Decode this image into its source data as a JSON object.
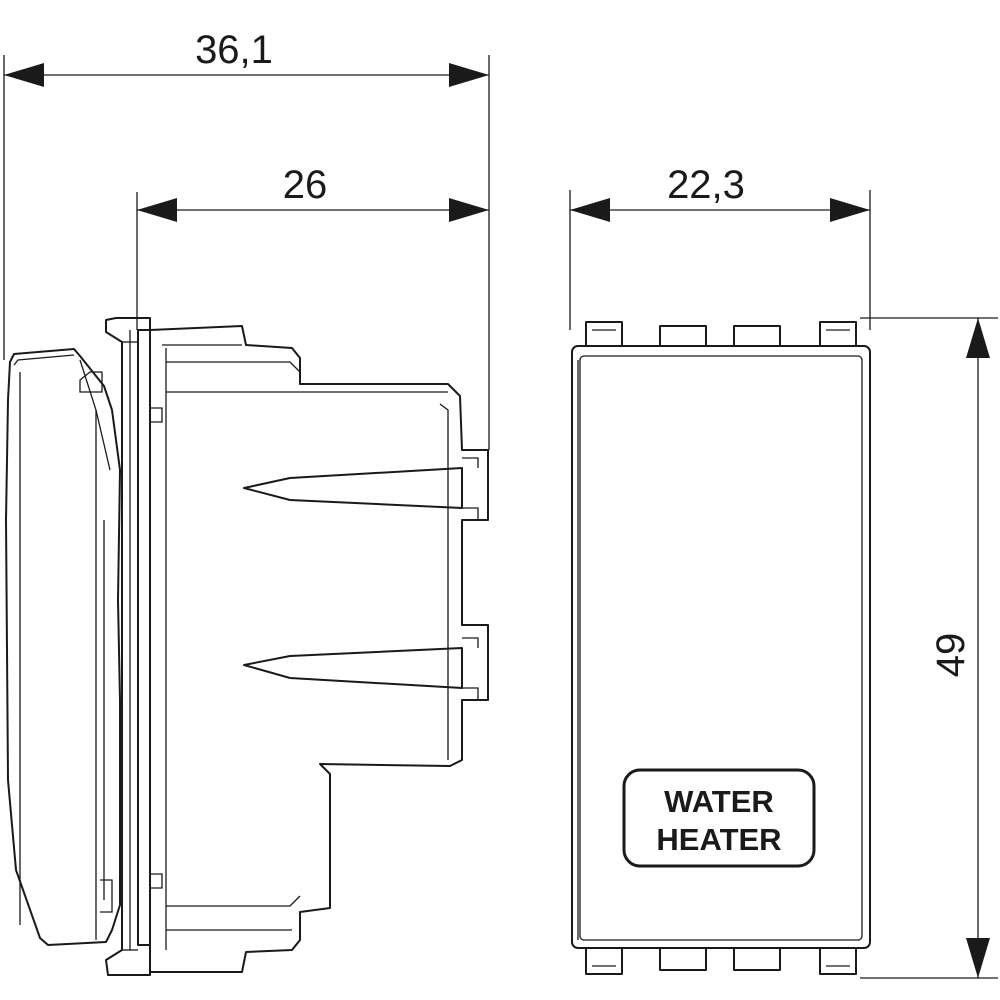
{
  "dimensions": {
    "overall_depth": "36,1",
    "body_depth": "26",
    "width": "22,3",
    "height": "49"
  },
  "label": {
    "line1": "WATER",
    "line2": "HEATER"
  }
}
